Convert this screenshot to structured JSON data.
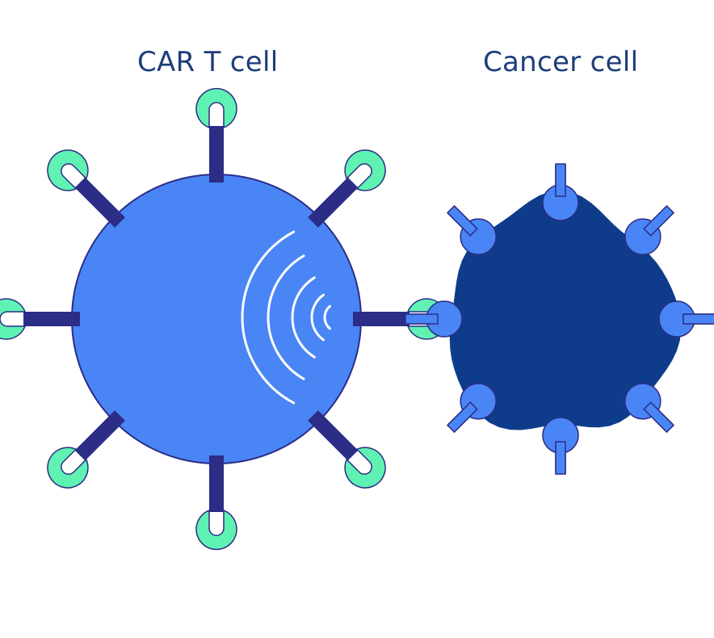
{
  "labels": {
    "car_t_cell": "CAR T cell",
    "cancer_cell": "Cancer cell"
  },
  "colors": {
    "background": "#ffffff",
    "title_text": "#1d3d7a",
    "car_t_body": "#4a85f5",
    "outline": "#2b2d86",
    "receptor_stalk": "#2b2d86",
    "receptor_head": "#5ff2b3",
    "cancer_body": "#0f3c8a",
    "antigen": "#4a85f5",
    "signal_arcs": "#ffffff"
  },
  "car_t_cell": {
    "receptor_count": 8,
    "receptor_angles_deg": [
      90,
      45,
      0,
      -45,
      -90,
      -135,
      180,
      135
    ],
    "signal_arc_count": 5
  },
  "cancer_cell": {
    "antigen_count": 8,
    "antigen_angles_deg": [
      90,
      45,
      0,
      -45,
      -90,
      -135,
      180,
      135
    ]
  }
}
